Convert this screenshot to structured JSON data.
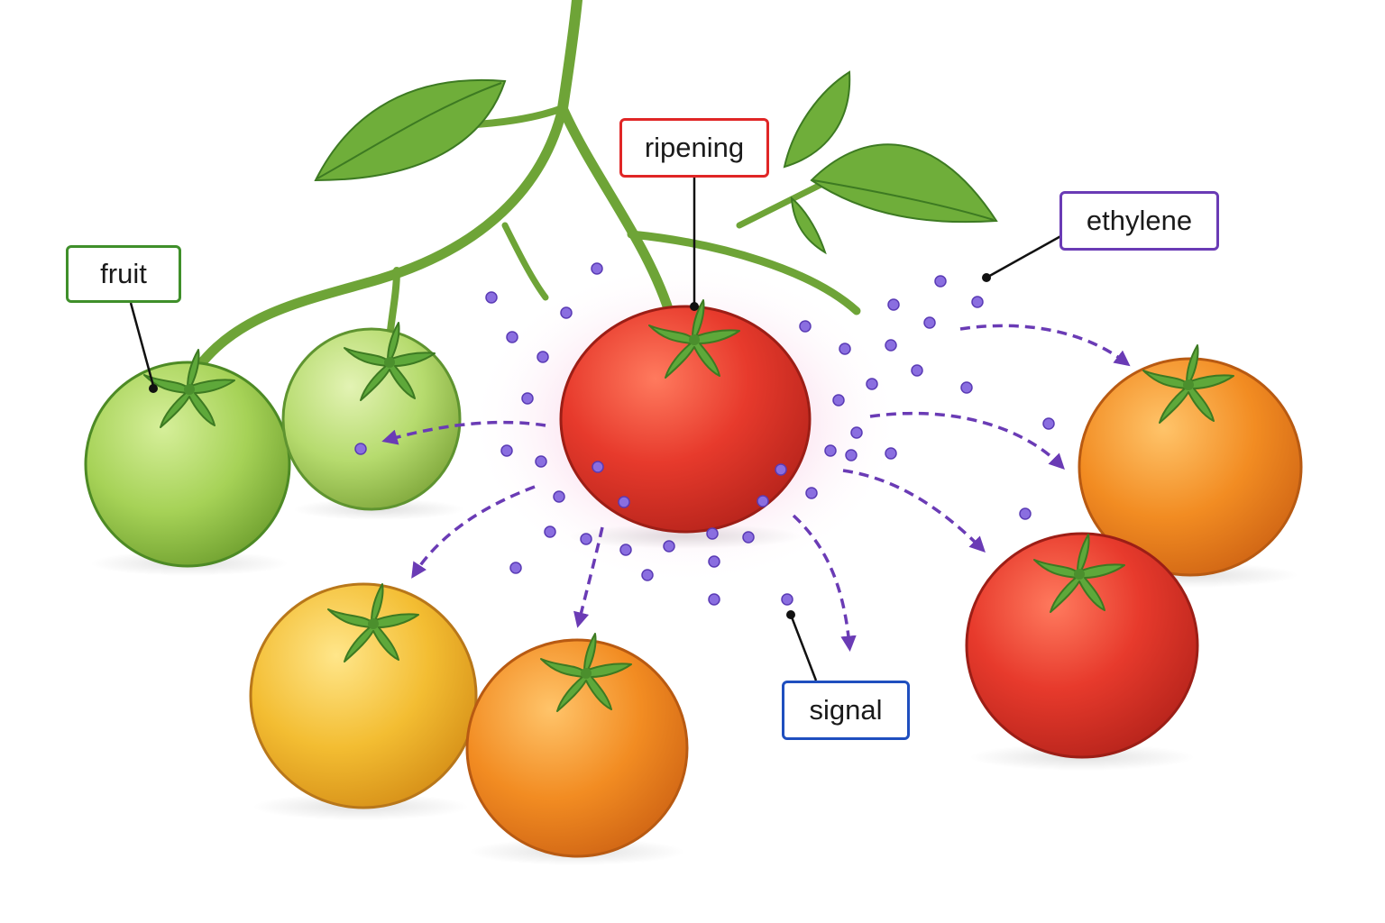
{
  "labels": {
    "fruit": "fruit",
    "ripening": "ripening",
    "ethylene": "ethylene",
    "signal": "signal"
  },
  "colors": {
    "fruit_border": "#3f8f2a",
    "ripening_border": "#e02626",
    "ethylene_border": "#6a3bb5",
    "signal_border": "#1f4fbf",
    "molecule": "#7b5cd6",
    "arrow": "#6a3bb5",
    "stem": "#7cae3c",
    "leaf": "#6fae3a",
    "tomato_green": "#9ccd4e",
    "tomato_yellow": "#f2b92a",
    "tomato_orange": "#f08a1e",
    "tomato_red": "#e0322a"
  },
  "tomatoes": [
    {
      "name": "green-tomato-left",
      "color": "green"
    },
    {
      "name": "green-tomato-right",
      "color": "green"
    },
    {
      "name": "central-red-tomato",
      "color": "red"
    },
    {
      "name": "yellow-tomato",
      "color": "yellow"
    },
    {
      "name": "orange-tomato-bottom",
      "color": "orange"
    },
    {
      "name": "orange-tomato-right",
      "color": "orange"
    },
    {
      "name": "red-tomato-right",
      "color": "red"
    }
  ],
  "icons": [
    "ethylene-molecule-icon",
    "tomato-icon",
    "leaf-icon",
    "arrow-icon"
  ]
}
